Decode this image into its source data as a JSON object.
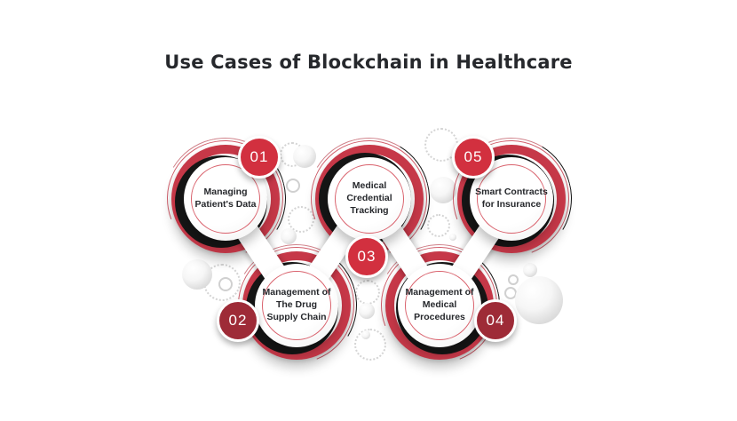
{
  "title": "Use Cases of Blockchain in Healthcare",
  "colors": {
    "background": "#ffffff",
    "bright_red": "#d2303f",
    "dark_red": "#9e2b37",
    "ring_red": "#c63848",
    "thin_ring_red": "#d9616c",
    "black_accent": "#161616",
    "text_dark": "#26282c",
    "bubble_gray": "#d4d4d4"
  },
  "nodes": [
    {
      "number": "01",
      "label": "Managing\nPatient's Data"
    },
    {
      "number": "02",
      "label": "Management of\nThe Drug\nSupply Chain"
    },
    {
      "number": "03",
      "label": "Medical\nCredential\nTracking"
    },
    {
      "number": "04",
      "label": "Management of\nMedical\nProcedures"
    },
    {
      "number": "05",
      "label": "Smart Contracts\nfor Insurance"
    }
  ]
}
